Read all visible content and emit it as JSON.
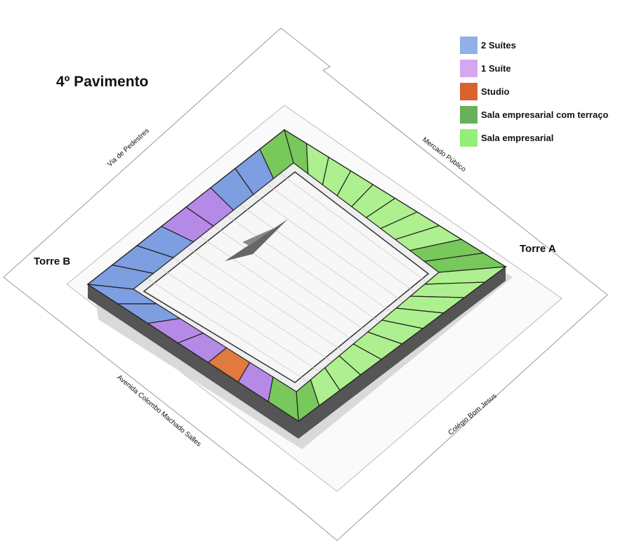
{
  "title": "4º Pavimento",
  "towers": {
    "a": "Torre A",
    "b": "Torre B"
  },
  "streets": {
    "nw": "Via de Pedestres",
    "ne": "Mercado Público",
    "sw": "Avenida Colombo Machado Salles",
    "se": "Colégio Bom Jesus"
  },
  "legend": [
    {
      "key": "2s",
      "label": "2 Suítes",
      "color": "#8fb1e6"
    },
    {
      "key": "1s",
      "label": "1 Suíte",
      "color": "#d7a6f0"
    },
    {
      "key": "st",
      "label": "Studio",
      "color": "#d9622f"
    },
    {
      "key": "tr",
      "label": "Sala empresarial com terraço",
      "color": "#69b05a"
    },
    {
      "key": "of",
      "label": "Sala empresarial",
      "color": "#93ee7a"
    }
  ],
  "unit_colors_on_plan": {
    "2s": "#7d9ee0",
    "1s": "#b58ae6",
    "st": "#e07a3e",
    "tr": "#78c85c",
    "of": "#aef08f"
  },
  "wings": {
    "nw": [
      "2s",
      "2s",
      "2s",
      "1s",
      "1s",
      "2s",
      "2s",
      "tr"
    ],
    "ne": [
      "tr",
      "of",
      "of",
      "of",
      "of",
      "of",
      "of",
      "of",
      "tr",
      "tr"
    ],
    "se": [
      "of",
      "of",
      "of",
      "of",
      "of",
      "of",
      "of",
      "of",
      "of",
      "tr"
    ],
    "sw": [
      "2s",
      "2s",
      "1s",
      "1s",
      "st",
      "1s",
      "tr"
    ]
  }
}
